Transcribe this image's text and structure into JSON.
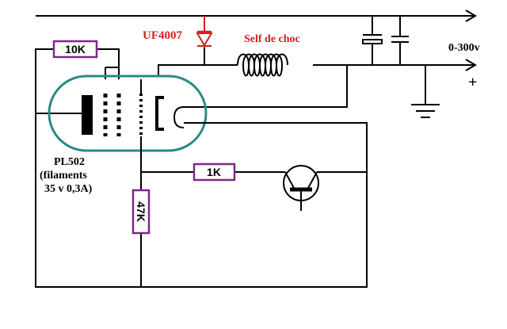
{
  "labels": {
    "diode": "UF4007",
    "choke": "Self de choc",
    "voltage": "0-300v",
    "polarity": "+",
    "tube_name": "PL502",
    "tube_note_line1": "(filaments",
    "tube_note_line2": "35 v 0,3A)"
  },
  "resistors": {
    "r_screen": "10K",
    "r_base": "1K",
    "r_grid": "47K"
  },
  "colors": {
    "wire": "#000000",
    "resistor_outline": "#7a2a86",
    "tube_outline": "#2a8a86",
    "accent_text": "#d42020",
    "diode": "#d42020"
  },
  "icons": {
    "ground": "ground-icon",
    "diode": "diode-icon",
    "capacitor": "capacitor-icon",
    "transistor": "transistor-icon",
    "inductor": "inductor-icon"
  }
}
